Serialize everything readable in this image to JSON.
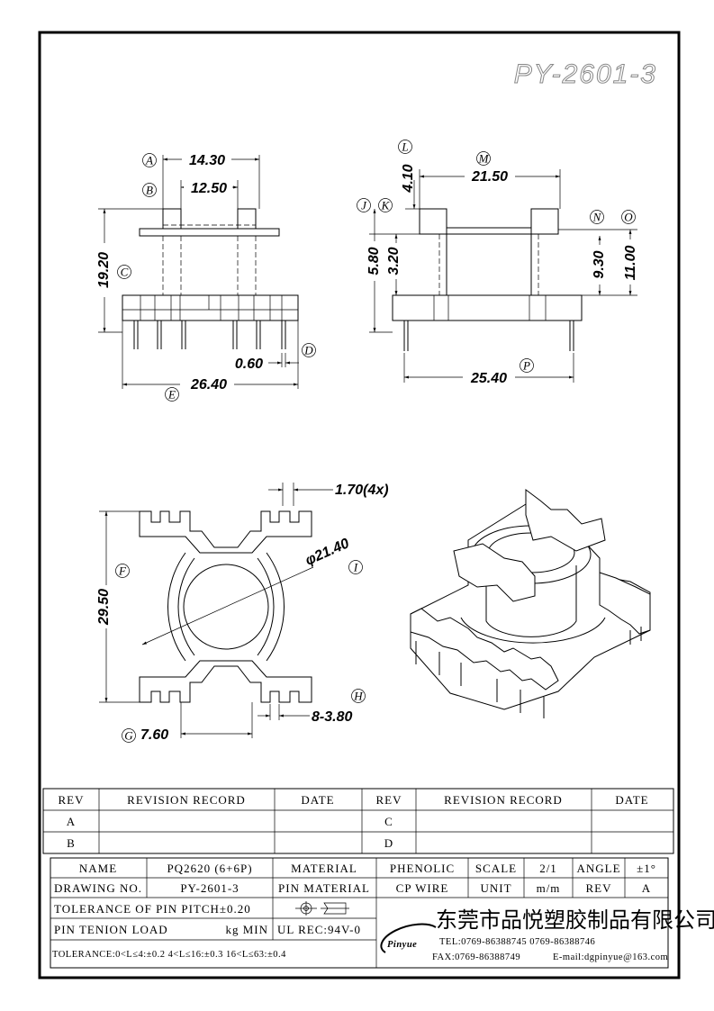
{
  "drawing": {
    "part_no_title": "PY-2601-3",
    "dims": {
      "A": "14.30",
      "B": "12.50",
      "C": "19.20",
      "D": "0.60",
      "E": "26.40",
      "L": "4.10",
      "M": "21.50",
      "J": "5.80",
      "K": "3.20",
      "N": "9.30",
      "O": "11.00",
      "P": "25.40",
      "slot": "1.70(4x)",
      "F": "29.50",
      "I": "φ21.40",
      "H": "8-3.80",
      "G": "7.60"
    },
    "labels": [
      "A",
      "B",
      "C",
      "D",
      "E",
      "L",
      "M",
      "J",
      "K",
      "N",
      "O",
      "P",
      "F",
      "I",
      "H",
      "G"
    ]
  },
  "revision_table": {
    "headers": [
      "REV",
      "REVISION RECORD",
      "DATE",
      "REV",
      "REVISION RECORD",
      "DATE"
    ],
    "rows": [
      [
        "A",
        "C"
      ],
      [
        "B",
        "D"
      ]
    ]
  },
  "title_block": {
    "name_label": "NAME",
    "name_value": "PQ2620 (6+6P)",
    "material_label": "MATERIAL",
    "material_value": "PHENOLIC",
    "scale_label": "SCALE",
    "scale_value": "2/1",
    "angle_label": "ANGLE",
    "angle_value": "±1°",
    "drawing_no_label": "DRAWING NO.",
    "drawing_no_value": "PY-2601-3",
    "pin_material_label": "PIN MATERIAL",
    "pin_material_value": "CP WIRE",
    "unit_label": "UNIT",
    "unit_value": "m/m",
    "rev_label": "REV",
    "rev_value": "A",
    "pin_pitch": "TOLERANCE OF PIN PITCH±0.20",
    "pin_load": "PIN TENION LOAD",
    "pin_load_unit": "kg MIN",
    "ul": "UL REC:94V-0",
    "tolerance": "TOLERANCE:0<L≤4:±0.2  4<L≤16:±0.3  16<L≤63:±0.4",
    "logo": "Pinyue",
    "company": "东莞市品悦塑胶制品有限公司",
    "tel": "TEL:0769-86388745   0769-86388746",
    "fax": "FAX:0769-86388749",
    "email": "E-mail:dgpinyue@163.com"
  }
}
